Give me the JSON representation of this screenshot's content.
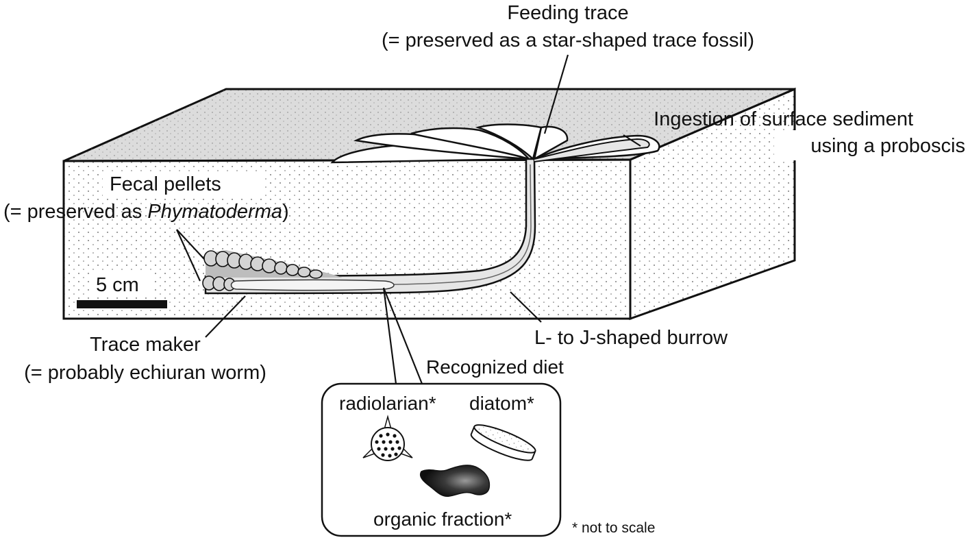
{
  "labels": {
    "feeding_trace_title": "Feeding trace",
    "feeding_trace_sub": "(= preserved as a star-shaped trace fossil)",
    "ingestion_line1": "Ingestion of surface sediment",
    "ingestion_line2": "using a proboscis",
    "fecal_title": "Fecal pellets",
    "fecal_sub_prefix": "(= preserved as ",
    "fecal_sub_italic": "Phymatoderma",
    "fecal_sub_suffix": ")",
    "scale_bar": "5 cm",
    "trace_maker_title": "Trace maker",
    "trace_maker_sub": "(= probably echiuran worm)",
    "burrow": "L- to J-shaped burrow",
    "diet_title": "Recognized diet",
    "diet_radiolarian": "radiolarian*",
    "diet_diatom": "diatom*",
    "diet_organic": "organic fraction*",
    "footnote": "* not to scale"
  },
  "colors": {
    "surface": "#dcdcdc",
    "outline": "#111111",
    "burrow_fill": "#e6e6e6",
    "organic": "#1a1a1a"
  }
}
